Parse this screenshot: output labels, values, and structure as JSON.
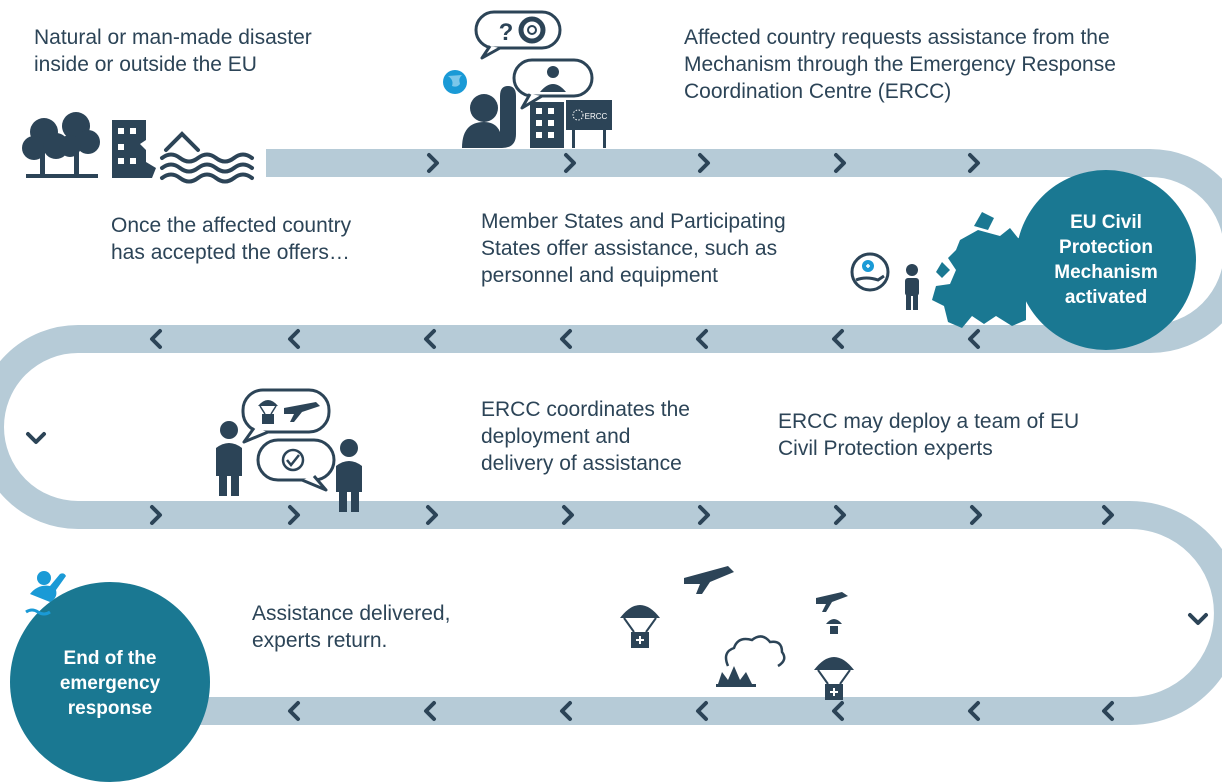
{
  "steps": {
    "disaster": "Natural or man-made disaster\ninside or outside the EU",
    "request": "Affected country requests assistance from the\nMechanism through the Emergency Response\nCoordination Centre (ERCC)",
    "accepted": "Once the affected country\nhas accepted the offers…",
    "offers": "Member States and Participating\nStates offer assistance, such as\npersonnel and equipment",
    "coordinates": "ERCC coordinates the\ndeployment and\ndelivery of assistance",
    "deploy_team": "ERCC may deploy a team of EU\nCivil Protection experts",
    "delivered": "Assistance delivered,\nexperts return."
  },
  "milestones": {
    "activated": "EU Civil\nProtection\nMechanism\nactivated",
    "end": "End of the\nemergency\nresponse"
  },
  "icon_labels": {
    "ercc_sign": "ERCC",
    "question_mark": "?"
  },
  "icons": [
    "flood-icon",
    "earthquake-icon",
    "forest-icon",
    "globe-icon",
    "person-waving-icon",
    "building-icon",
    "ercc-sign-icon",
    "speech-bubble-icon",
    "lifebuoy-icon",
    "europe-map-icon",
    "aid-offer-icon",
    "person-icon",
    "parachute-aid-icon",
    "airplane-icon",
    "checkmark-icon",
    "fire-smoke-icon",
    "swimmer-icon"
  ],
  "colors": {
    "text": "#2c4457",
    "road": "#b6cbd7",
    "chevron": "#2c4457",
    "circle": "#1a7892",
    "icon": "#2c4457",
    "accent_blue": "#1a9ad6"
  }
}
